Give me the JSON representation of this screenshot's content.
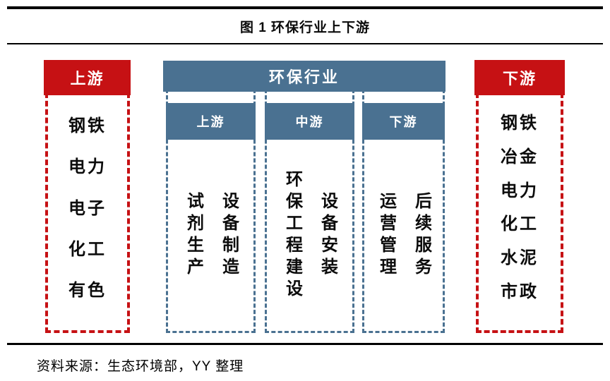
{
  "title": "图 1 环保行业上下游",
  "source": "资料来源：生态环境部，YY 整理",
  "colors": {
    "red": "#c61114",
    "blue": "#4a7191"
  },
  "left_panel": {
    "header": "上游",
    "items": [
      "钢铁",
      "电力",
      "电子",
      "化工",
      "有色"
    ]
  },
  "center_panel": {
    "header": "环保行业",
    "columns": [
      {
        "header": "上游",
        "items": [
          "试剂生产",
          "设备制造"
        ]
      },
      {
        "header": "中游",
        "items": [
          "环保工程建设",
          "设备安装"
        ]
      },
      {
        "header": "下游",
        "items": [
          "运营管理",
          "后续服务"
        ]
      }
    ]
  },
  "right_panel": {
    "header": "下游",
    "items": [
      "钢铁",
      "冶金",
      "电力",
      "化工",
      "水泥",
      "市政"
    ]
  }
}
